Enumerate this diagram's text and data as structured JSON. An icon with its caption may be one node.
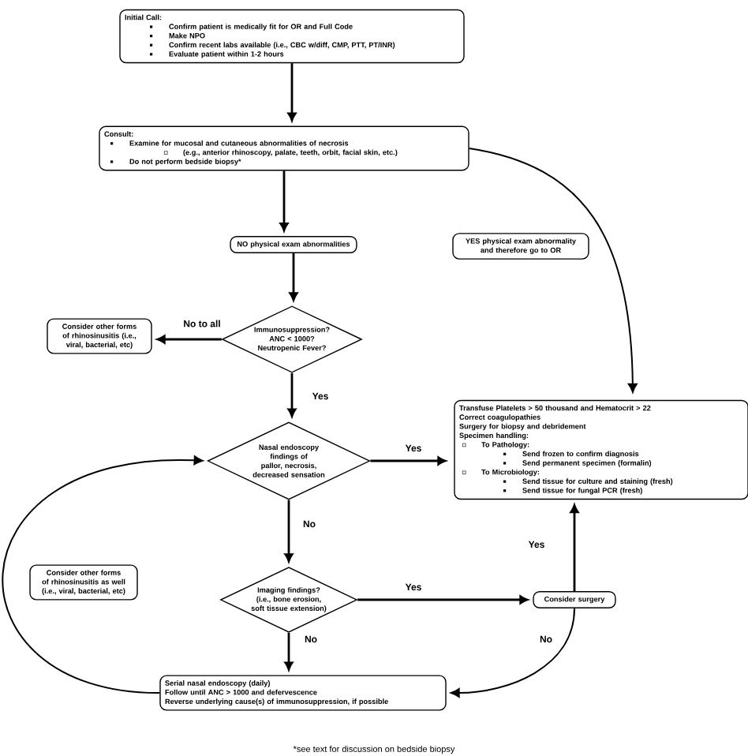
{
  "diagram": {
    "nodes": [
      {
        "text": [
          "Initial Call:",
          "Confirm patient is medically fit for OR and Full Code",
          "Make NPO",
          "Confirm recent labs available (i.e., CBC w/diff, CMP, PTT, PT/INR)",
          "Evaluate patient within 1-2 hours"
        ]
      },
      {
        "text": [
          "Consult:",
          "Examine for mucosal and cutaneous abnormalities of necrosis",
          "(e.g., anterior rhinoscopy, palate, teeth, orbit, facial skin, etc.)",
          "Do not perform bedside biopsy*"
        ]
      },
      {
        "text": [
          "NO physical exam abnormalities"
        ]
      },
      {
        "text": [
          "YES physical exam abnormality and therefore go to OR"
        ]
      },
      {
        "text": [
          "Immunosuppression? ANC < 1000? Neutropenic Fever?"
        ]
      },
      {
        "text": [
          "Consider other forms of rhinosinusitis (i.e., viral, bacterial, etc)"
        ]
      },
      {
        "text": [
          "Transfuse Platelets > 50 thousand and Hematocrit > 22",
          "Correct coagulopathies",
          "Surgery for biopsy and debridement",
          "Specimen handling:",
          "To Pathology:",
          "Send frozen to confirm diagnosis",
          "Send permanent specimen (formalin)",
          "To Microbiology:",
          "Send tissue for culture and staining (fresh)",
          "Send tissue for fungal PCR (fresh)"
        ]
      },
      {
        "text": [
          "Nasal endoscopy findings of pallor, necrosis, decreased sensation"
        ]
      },
      {
        "text": [
          "Imaging findings? (i.e., bone erosion, soft tissue extension)"
        ]
      },
      {
        "text": [
          "Consider other forms of rhinosinusitis as well (i.e., viral, bacterial, etc)"
        ]
      },
      {
        "text": [
          "Consider surgery"
        ]
      },
      {
        "text": [
          "Serial nasal endoscopy (daily)",
          "Follow until ANC > 1000 and defervescence",
          "Reverse underlying cause(s) of immunosuppression, if possible"
        ]
      }
    ],
    "edges": [
      {
        "from": 0,
        "to": 1,
        "arrow": "to"
      },
      {
        "from": 1,
        "to": 2,
        "arrow": "to"
      },
      {
        "from": 1,
        "to": 6,
        "arrow": "to"
      },
      {
        "from": 2,
        "to": 4,
        "arrow": "to"
      },
      {
        "from": 4,
        "to": 5,
        "arrow": "to",
        "label": "No to all"
      },
      {
        "from": 4,
        "to": 7,
        "arrow": "to",
        "label": "Yes"
      },
      {
        "from": 7,
        "to": 6,
        "arrow": "to",
        "label": "Yes"
      },
      {
        "from": 7,
        "to": 8,
        "arrow": "to",
        "label": "No"
      },
      {
        "from": 8,
        "to": 10,
        "arrow": "to",
        "label": "Yes"
      },
      {
        "from": 10,
        "to": 6,
        "arrow": "to",
        "label": "Yes"
      },
      {
        "from": 8,
        "to": 11,
        "arrow": "to",
        "label": "No"
      },
      {
        "from": 10,
        "to": 11,
        "arrow": "to",
        "label": "No"
      },
      {
        "from": 11,
        "to": 7,
        "arrow": "to"
      }
    ],
    "labels": [
      "*see text for discussion on bedside biopsy"
    ]
  }
}
